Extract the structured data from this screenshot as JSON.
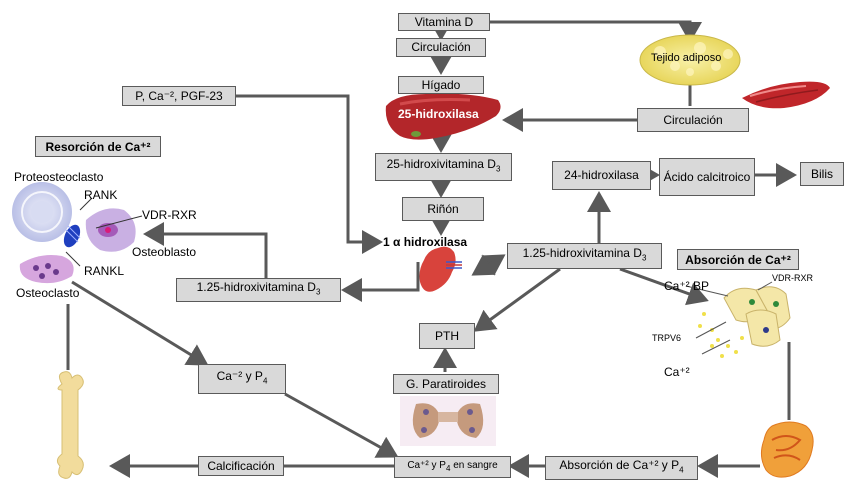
{
  "boxes": {
    "vitamina_d": "Vitamina D",
    "circulacion_top": "Circulación",
    "higado": "Hígado",
    "hidroxivitamina_25": "25-hidroxivitamina D",
    "rinon": "Riñón",
    "pca": "P, Ca⁻², PGF-23",
    "circulacion_right": "Circulación",
    "hidroxilasa_24": "24-hidroxilasa",
    "acido": "Ácido calcitroico",
    "bilis": "Bilis",
    "hidroxivitamina_125_center": "1.25-hidroxivitamina D",
    "hidroxivitamina_125_left": "1.25-hidroxivitamina D",
    "pth": "PTH",
    "paratiroides": "G. Paratiroides",
    "ca_p": "Ca⁻² y P",
    "calcificacion": "Calcificación",
    "sangre": "Ca⁺² y P",
    "sangre_suffix": "en sangre",
    "absorcion_bottom": "Absorción de Ca⁺² y P"
  },
  "subscripts": {
    "d3": "3",
    "p4": "4"
  },
  "headers": {
    "resorcion": "Resorción de Ca⁺²",
    "absorcion": "Absorción de Ca⁺²"
  },
  "labels": {
    "tejido": "Tejido adiposo",
    "hidroxilasa_25": "25-hidroxilasa",
    "hidroxilasa_1a": "1 α hidroxilasa",
    "proteosteoclasto": "Proteosteoclasto",
    "rank": "RANK",
    "vdr_rxr_left": "VDR-RXR",
    "osteoblasto": "Osteoblasto",
    "rankl": "RANKL",
    "osteoclasto": "Osteoclasto",
    "ca2_bp": "Ca⁺² BP",
    "vdr_rxr_right": "VDR-RXR",
    "trpv6": "TRPV6",
    "ca2": "Ca⁺²"
  },
  "colors": {
    "box_fill": "#d9d9d9",
    "arrow": "#595959",
    "liver": "#b3262a",
    "kidney": "#d8433c",
    "fat": "#f5eb8a"
  }
}
